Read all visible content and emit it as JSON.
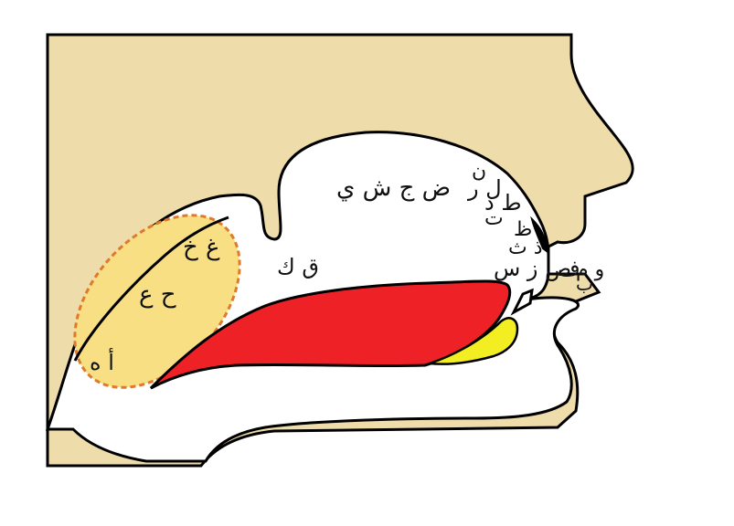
{
  "colors": {
    "skin": "#EEDDAA",
    "cavity": "#FFFFFF",
    "outline": "#000000",
    "tongue": "#EE2226",
    "yellow_region": "#F2EE22",
    "throat_highlight": "#F8DF84",
    "dashed_border": "#E07A2A",
    "text": "#111111"
  },
  "labels": {
    "throat_top": "غ خ",
    "throat_middle": "ح ع",
    "throat_bottom": "أ ه",
    "uvula": "ق ك",
    "hard_palate": "ض ج ش ي",
    "alveolar_top": "ن",
    "alveolar_r": "ل ر",
    "alveolar_t": "ط د",
    "alveolar_t2": "ت",
    "dental_z": "ظ",
    "dental_dh": "ذ ث",
    "sibilants": "ص ز س",
    "labiodental": "ف",
    "labial": "و م",
    "labial_b": "ب"
  }
}
